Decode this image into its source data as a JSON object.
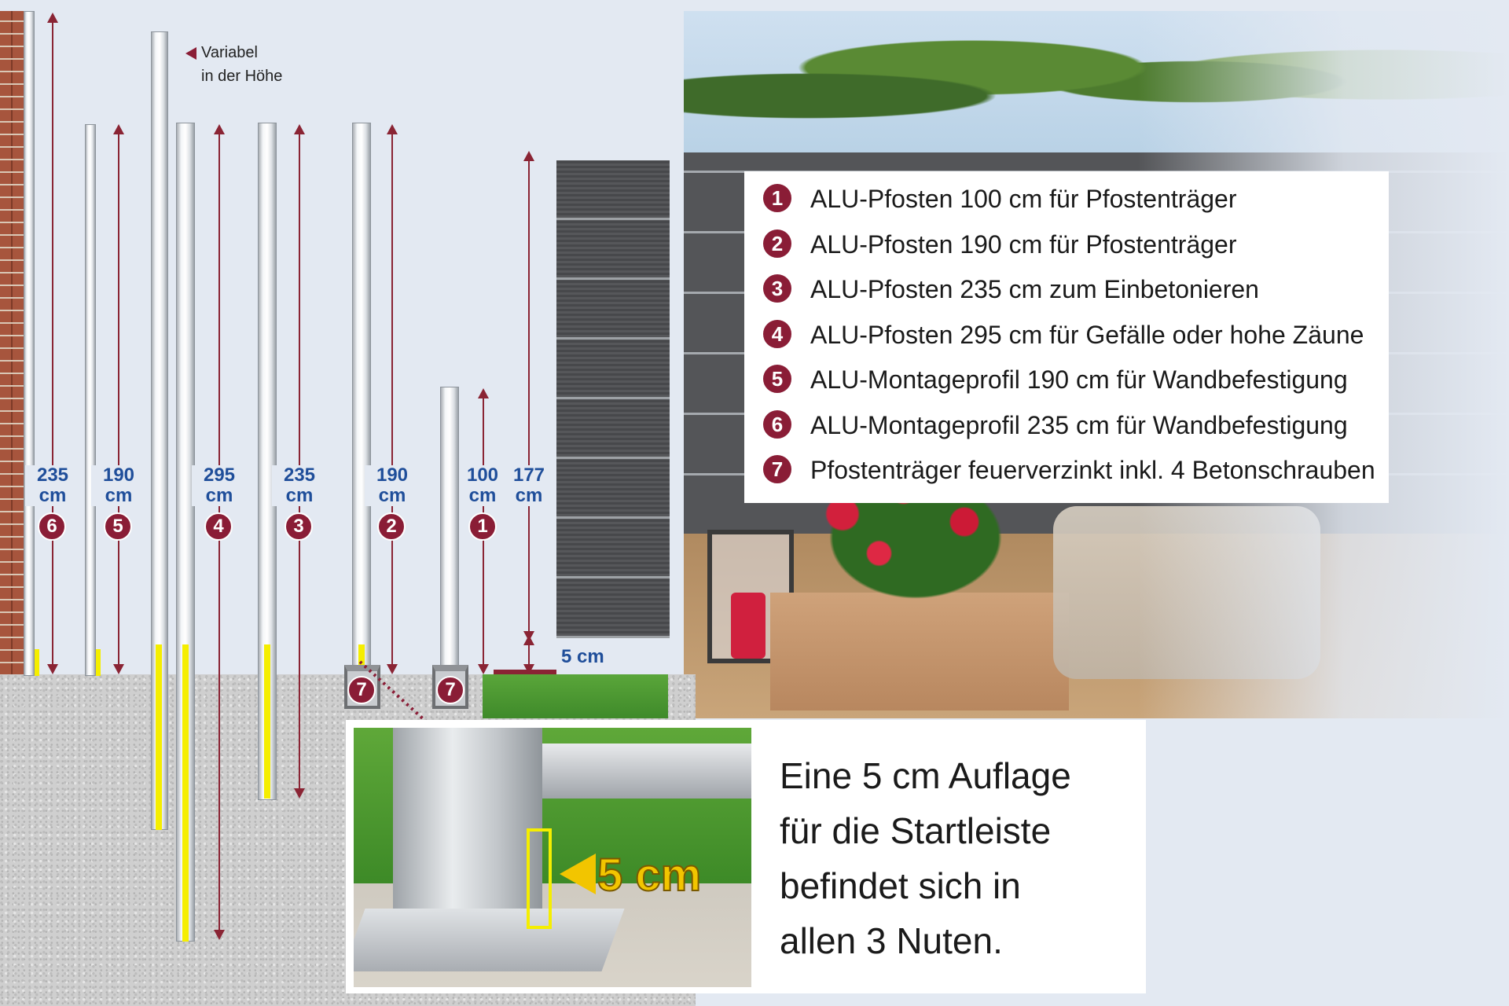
{
  "variable_note": {
    "line1": "Variabel",
    "line2": "in der Höhe"
  },
  "dimensions": [
    {
      "id": "d6",
      "line1": "235",
      "line2": "cm",
      "badge": "6"
    },
    {
      "id": "d5",
      "line1": "190",
      "line2": "cm",
      "badge": "5"
    },
    {
      "id": "d4",
      "line1": "295",
      "line2": "cm",
      "badge": "4"
    },
    {
      "id": "d3",
      "line1": "235",
      "line2": "cm",
      "badge": "3"
    },
    {
      "id": "d2",
      "line1": "190",
      "line2": "cm",
      "badge": "2"
    },
    {
      "id": "d1",
      "line1": "100",
      "line2": "cm",
      "badge": "1"
    },
    {
      "id": "dp",
      "line1": "177",
      "line2": "cm"
    }
  ],
  "bracket_badges": [
    "7",
    "7"
  ],
  "base_gap_label": "5 cm",
  "legend": [
    {
      "num": "1",
      "text": "ALU-Pfosten 100 cm für Pfostenträger"
    },
    {
      "num": "2",
      "text": "ALU-Pfosten 190 cm für Pfostenträger"
    },
    {
      "num": "3",
      "text": "ALU-Pfosten 235 cm zum Einbetonieren"
    },
    {
      "num": "4",
      "text": "ALU-Pfosten 295 cm für Gefälle oder hohe Zäune"
    },
    {
      "num": "5",
      "text": "ALU-Montageprofil 190 cm für Wandbefestigung"
    },
    {
      "num": "6",
      "text": "ALU-Montageprofil 235 cm für Wandbefestigung"
    },
    {
      "num": "7",
      "text": "Pfostenträger feuerverzinkt inkl. 4 Betonschrauben"
    }
  ],
  "inset": {
    "callout": "5 cm",
    "lines": [
      "Eine 5 cm Auflage",
      "für die Startleiste",
      "befindet sich in",
      "allen 3 Nuten."
    ]
  },
  "colors": {
    "accent": "#8a1d36",
    "dimension_text": "#1f4e9a",
    "highlight": "#f5ee00",
    "callout": "#f2c500"
  }
}
